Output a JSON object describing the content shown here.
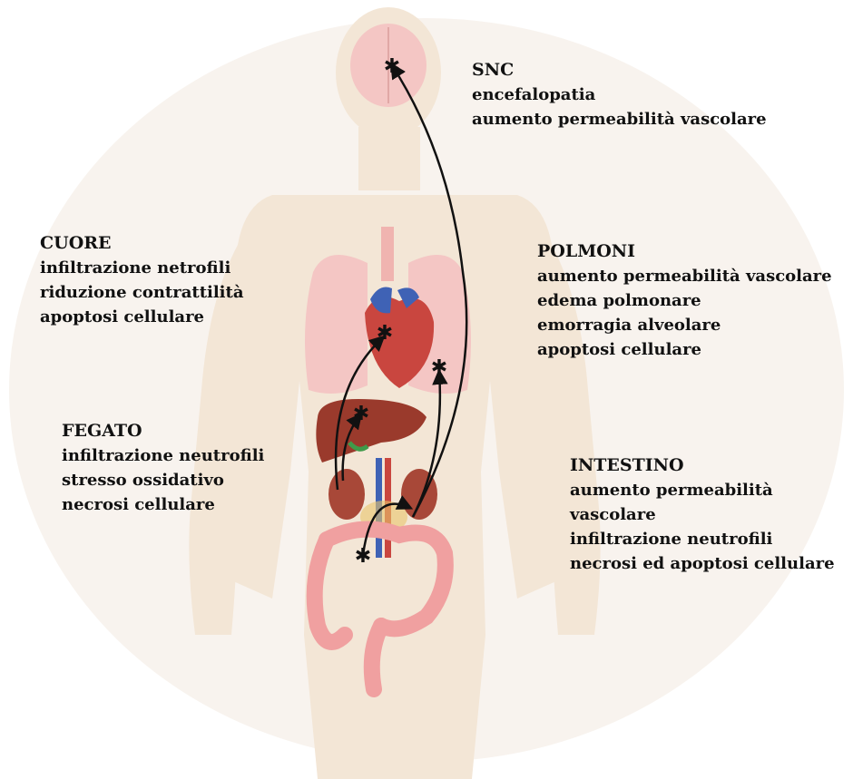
{
  "organs": {
    "snc": {
      "title": "SNC",
      "effects": [
        "encefalopatia",
        "aumento permeabilità vascolare"
      ]
    },
    "cuore": {
      "title": "CUORE",
      "effects": [
        "infiltrazione netrofili",
        "riduzione contrattilità",
        "apoptosi cellulare"
      ]
    },
    "polmoni": {
      "title": "POLMONI",
      "effects": [
        "aumento permeabilità vascolare",
        "edema polmonare",
        "emorragia alveolare",
        "apoptosi cellulare"
      ]
    },
    "fegato": {
      "title": "FEGATO",
      "effects": [
        "infiltrazione neutrofili",
        "stresso ossidativo",
        "necrosi cellulare"
      ]
    },
    "intestino": {
      "title": "INTESTINO",
      "effects": [
        "aumento permeabilità",
        "vascolare",
        "infiltrazione neutrofili",
        "necrosi ed apoptosi cellulare"
      ]
    }
  },
  "colors": {
    "skin": "#f3e6d6",
    "lung": "#f4c6c4",
    "heart": "#c9463f",
    "liver": "#9a3a2c",
    "intestine": "#f0a0a0",
    "kidney": "#a84838",
    "vessel_blue": "#3f62b5",
    "arrow": "#111111"
  }
}
